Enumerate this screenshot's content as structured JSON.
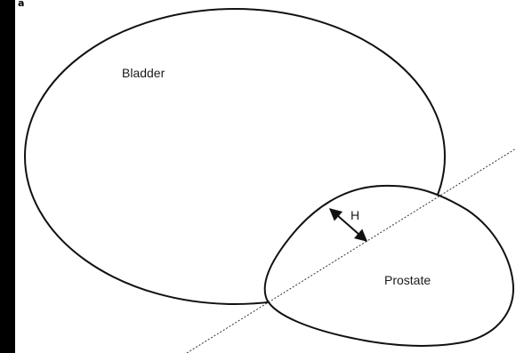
{
  "figure": {
    "panel_letter": "a",
    "labels": {
      "bladder": "Bladder",
      "prostate": "Prostate",
      "height_marker": "H"
    },
    "colors": {
      "background": "#ffffff",
      "outline": "#111111",
      "frame": "#000000"
    }
  }
}
